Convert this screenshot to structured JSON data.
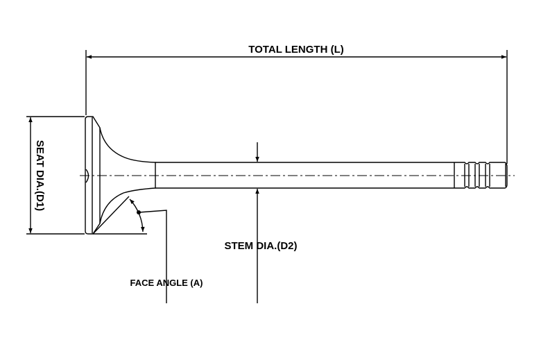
{
  "title": "Engine valve dimension diagram",
  "labels": {
    "total_length": "TOTAL LENGTH (L)",
    "seat_dia": "SEAT DIA.(D1)",
    "stem_dia": "STEM DIA.(D2)",
    "face_angle": "FACE ANGLE (A)"
  },
  "colors": {
    "line": "#000000",
    "background": "#ffffff"
  }
}
